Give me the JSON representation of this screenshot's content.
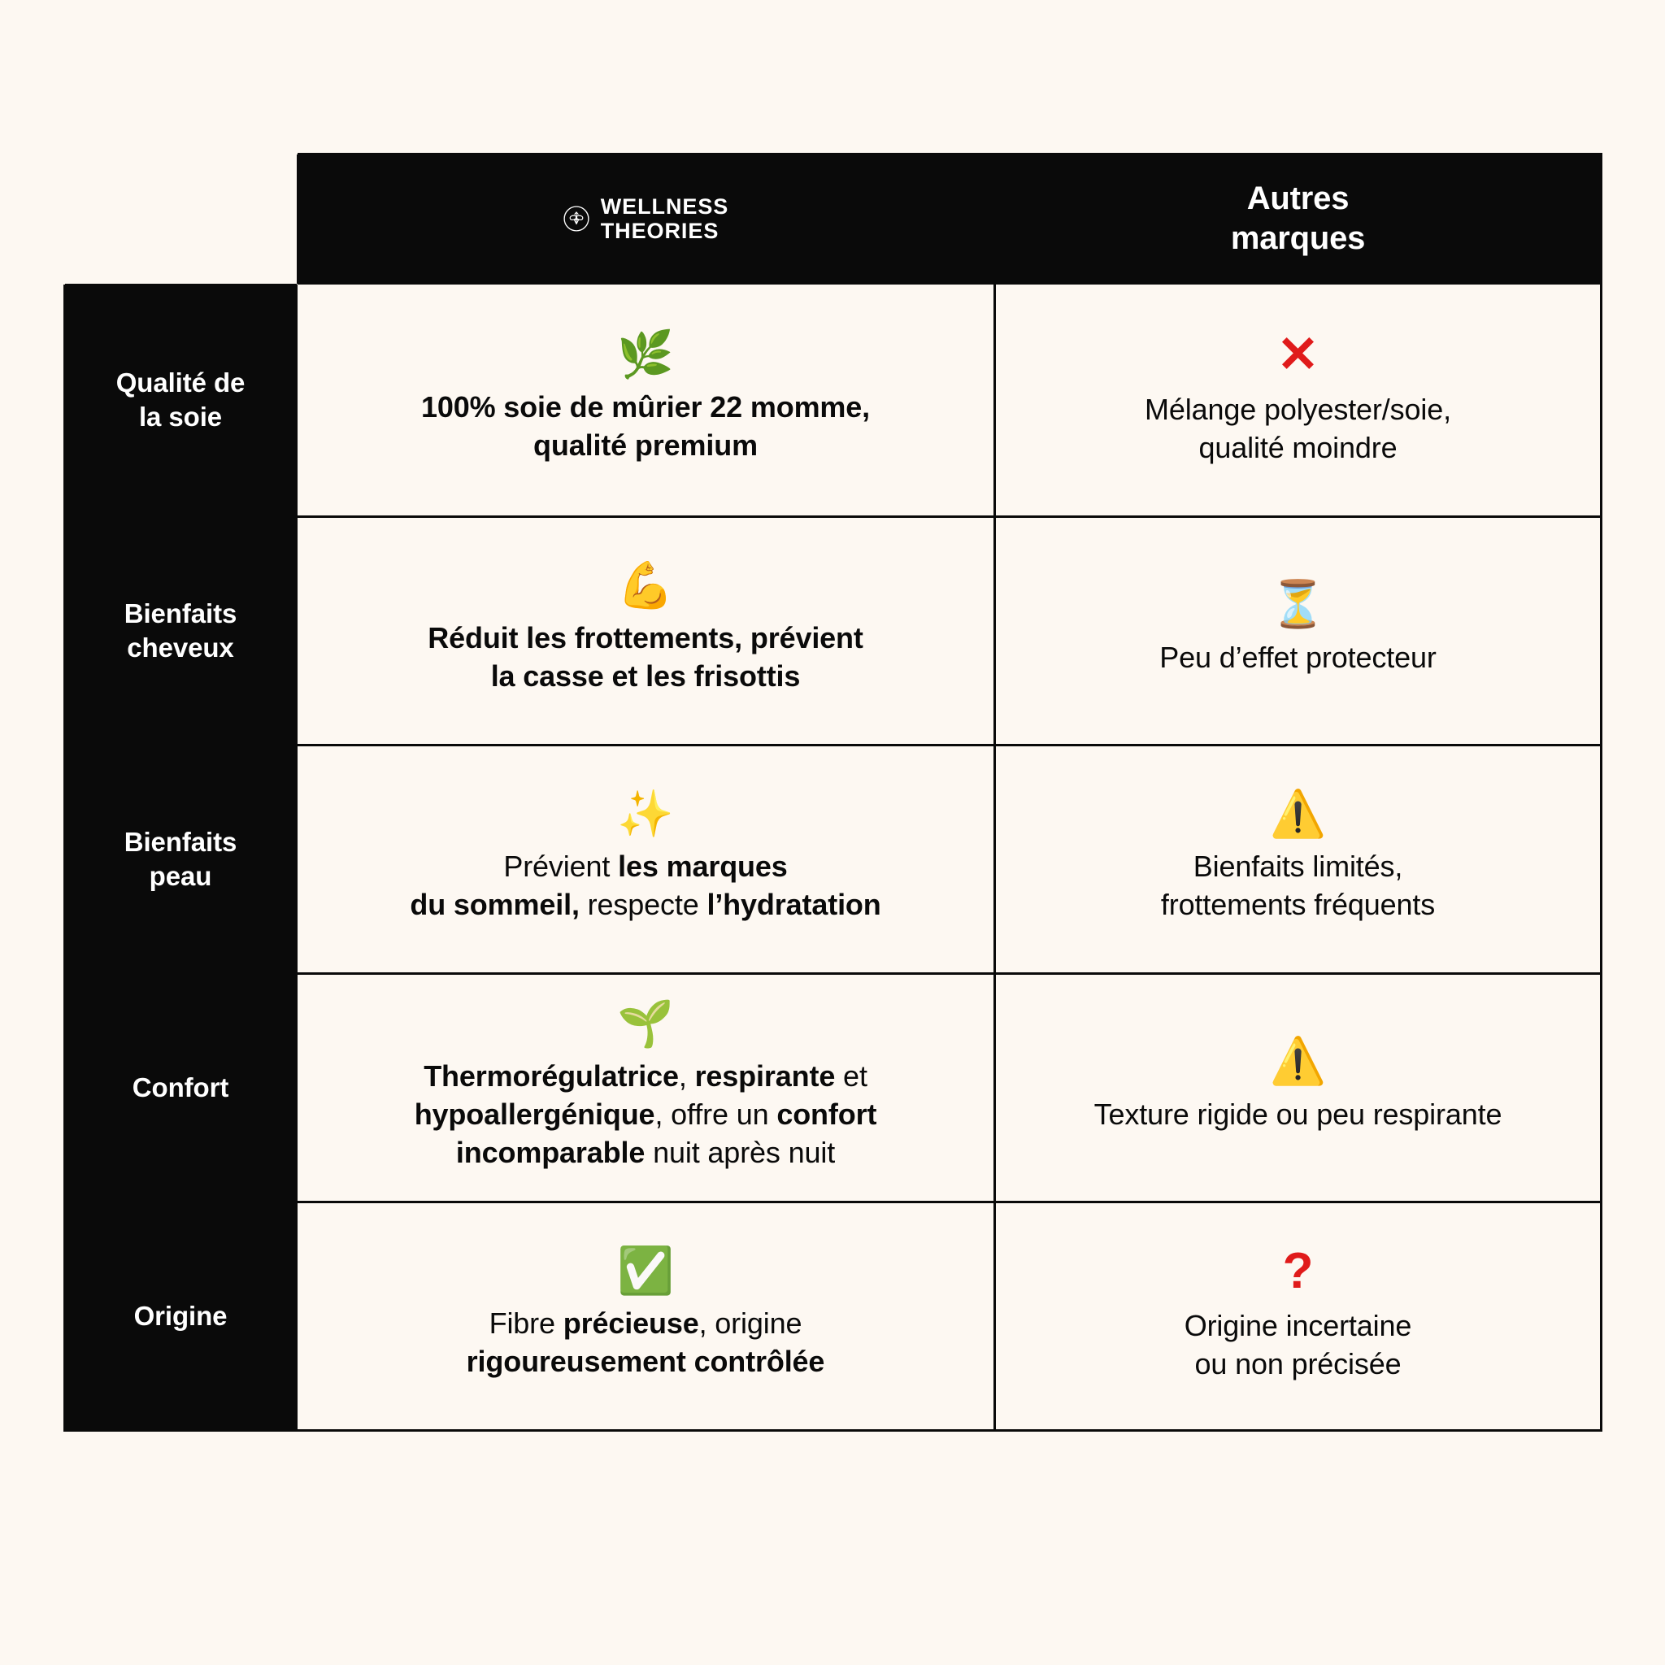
{
  "background_color": "#fdf8f2",
  "ink_color": "#0a0a0a",
  "accent_negative_color": "#e01b1b",
  "header": {
    "label_column_header": "",
    "brand": {
      "logo_icon": "bee-circle-logo",
      "line1": "WELLNESS",
      "line2": "THEORIES"
    },
    "other": {
      "line1": "Autres",
      "line2": "marques"
    }
  },
  "rows": [
    {
      "label": "Qualité de\nla soie",
      "label_line1": "Qualité de",
      "label_line2": "la soie",
      "brand": {
        "icon": "herb-emoji",
        "icon_glyph": "🌿",
        "text_plain": "100% soie de mûrier 22 momme, qualité premium",
        "segments": [
          {
            "text": "100% soie de mûrier 22 momme,",
            "bold": true
          },
          {
            "text": "qualité premium",
            "bold": true
          }
        ]
      },
      "other": {
        "icon": "cross-mark-icon",
        "icon_glyph": "✕",
        "text_plain": "Mélange polyester/soie, qualité moindre",
        "line1": "Mélange polyester/soie,",
        "line2": "qualité moindre"
      }
    },
    {
      "label": "Bienfaits\ncheveux",
      "label_line1": "Bienfaits",
      "label_line2": "cheveux",
      "brand": {
        "icon": "flexed-biceps-emoji",
        "icon_glyph": "💪",
        "text_plain": "Réduit les frottements, prévient la casse et les frisottis",
        "segments": [
          {
            "text": "Réduit les frottements, prévient",
            "bold": true
          },
          {
            "text": "la casse et les frisottis",
            "bold": true
          }
        ]
      },
      "other": {
        "icon": "hourglass-emoji",
        "icon_glyph": "⏳",
        "text_plain": "Peu d’effet protecteur",
        "line1": "Peu d’effet protecteur",
        "line2": ""
      }
    },
    {
      "label": "Bienfaits\npeau",
      "label_line1": "Bienfaits",
      "label_line2": "peau",
      "brand": {
        "icon": "sparkles-emoji",
        "icon_glyph": "✨",
        "text_plain": "Prévient les marques du sommeil, respecte l’hydratation",
        "segments": [
          {
            "text": "Prévient ",
            "bold": false
          },
          {
            "text": "les marques du sommeil,",
            "bold": true
          },
          {
            "text": " respecte ",
            "bold": false
          },
          {
            "text": "l’hydratation",
            "bold": true
          }
        ]
      },
      "other": {
        "icon": "warning-emoji",
        "icon_glyph": "⚠️",
        "text_plain": "Bienfaits limités, frottements fréquents",
        "line1": "Bienfaits limités,",
        "line2": "frottements fréquents"
      }
    },
    {
      "label": "Confort",
      "label_line1": "Confort",
      "label_line2": "",
      "brand": {
        "icon": "seedling-emoji",
        "icon_glyph": "🌱",
        "text_plain": "Thermorégulatrice, respirante et hypoallergénique, offre un confort incomparable nuit après nuit",
        "segments": [
          {
            "text": "Thermorégulatrice",
            "bold": true
          },
          {
            "text": ", ",
            "bold": false
          },
          {
            "text": "respirante",
            "bold": true
          },
          {
            "text": " et ",
            "bold": false
          },
          {
            "text": "hypoallergénique",
            "bold": true
          },
          {
            "text": ", offre un ",
            "bold": false
          },
          {
            "text": "confort incomparable",
            "bold": true
          },
          {
            "text": " nuit après nuit",
            "bold": false
          }
        ]
      },
      "other": {
        "icon": "warning-emoji",
        "icon_glyph": "⚠️",
        "text_plain": "Texture rigide ou peu respirante",
        "line1": "Texture rigide ou peu respirante",
        "line2": ""
      }
    },
    {
      "label": "Origine",
      "label_line1": "Origine",
      "label_line2": "",
      "brand": {
        "icon": "check-mark-button-emoji",
        "icon_glyph": "✅",
        "text_plain": "Fibre précieuse, origine rigoureusement contrôlée",
        "segments": [
          {
            "text": "Fibre ",
            "bold": false
          },
          {
            "text": "précieuse",
            "bold": true
          },
          {
            "text": ", origine ",
            "bold": false
          },
          {
            "text": "rigoureusement contrôlée",
            "bold": true
          }
        ]
      },
      "other": {
        "icon": "question-mark-icon",
        "icon_glyph": "?",
        "text_plain": "Origine incertaine ou non précisée",
        "line1": "Origine incertaine",
        "line2": "ou non précisée"
      }
    }
  ]
}
